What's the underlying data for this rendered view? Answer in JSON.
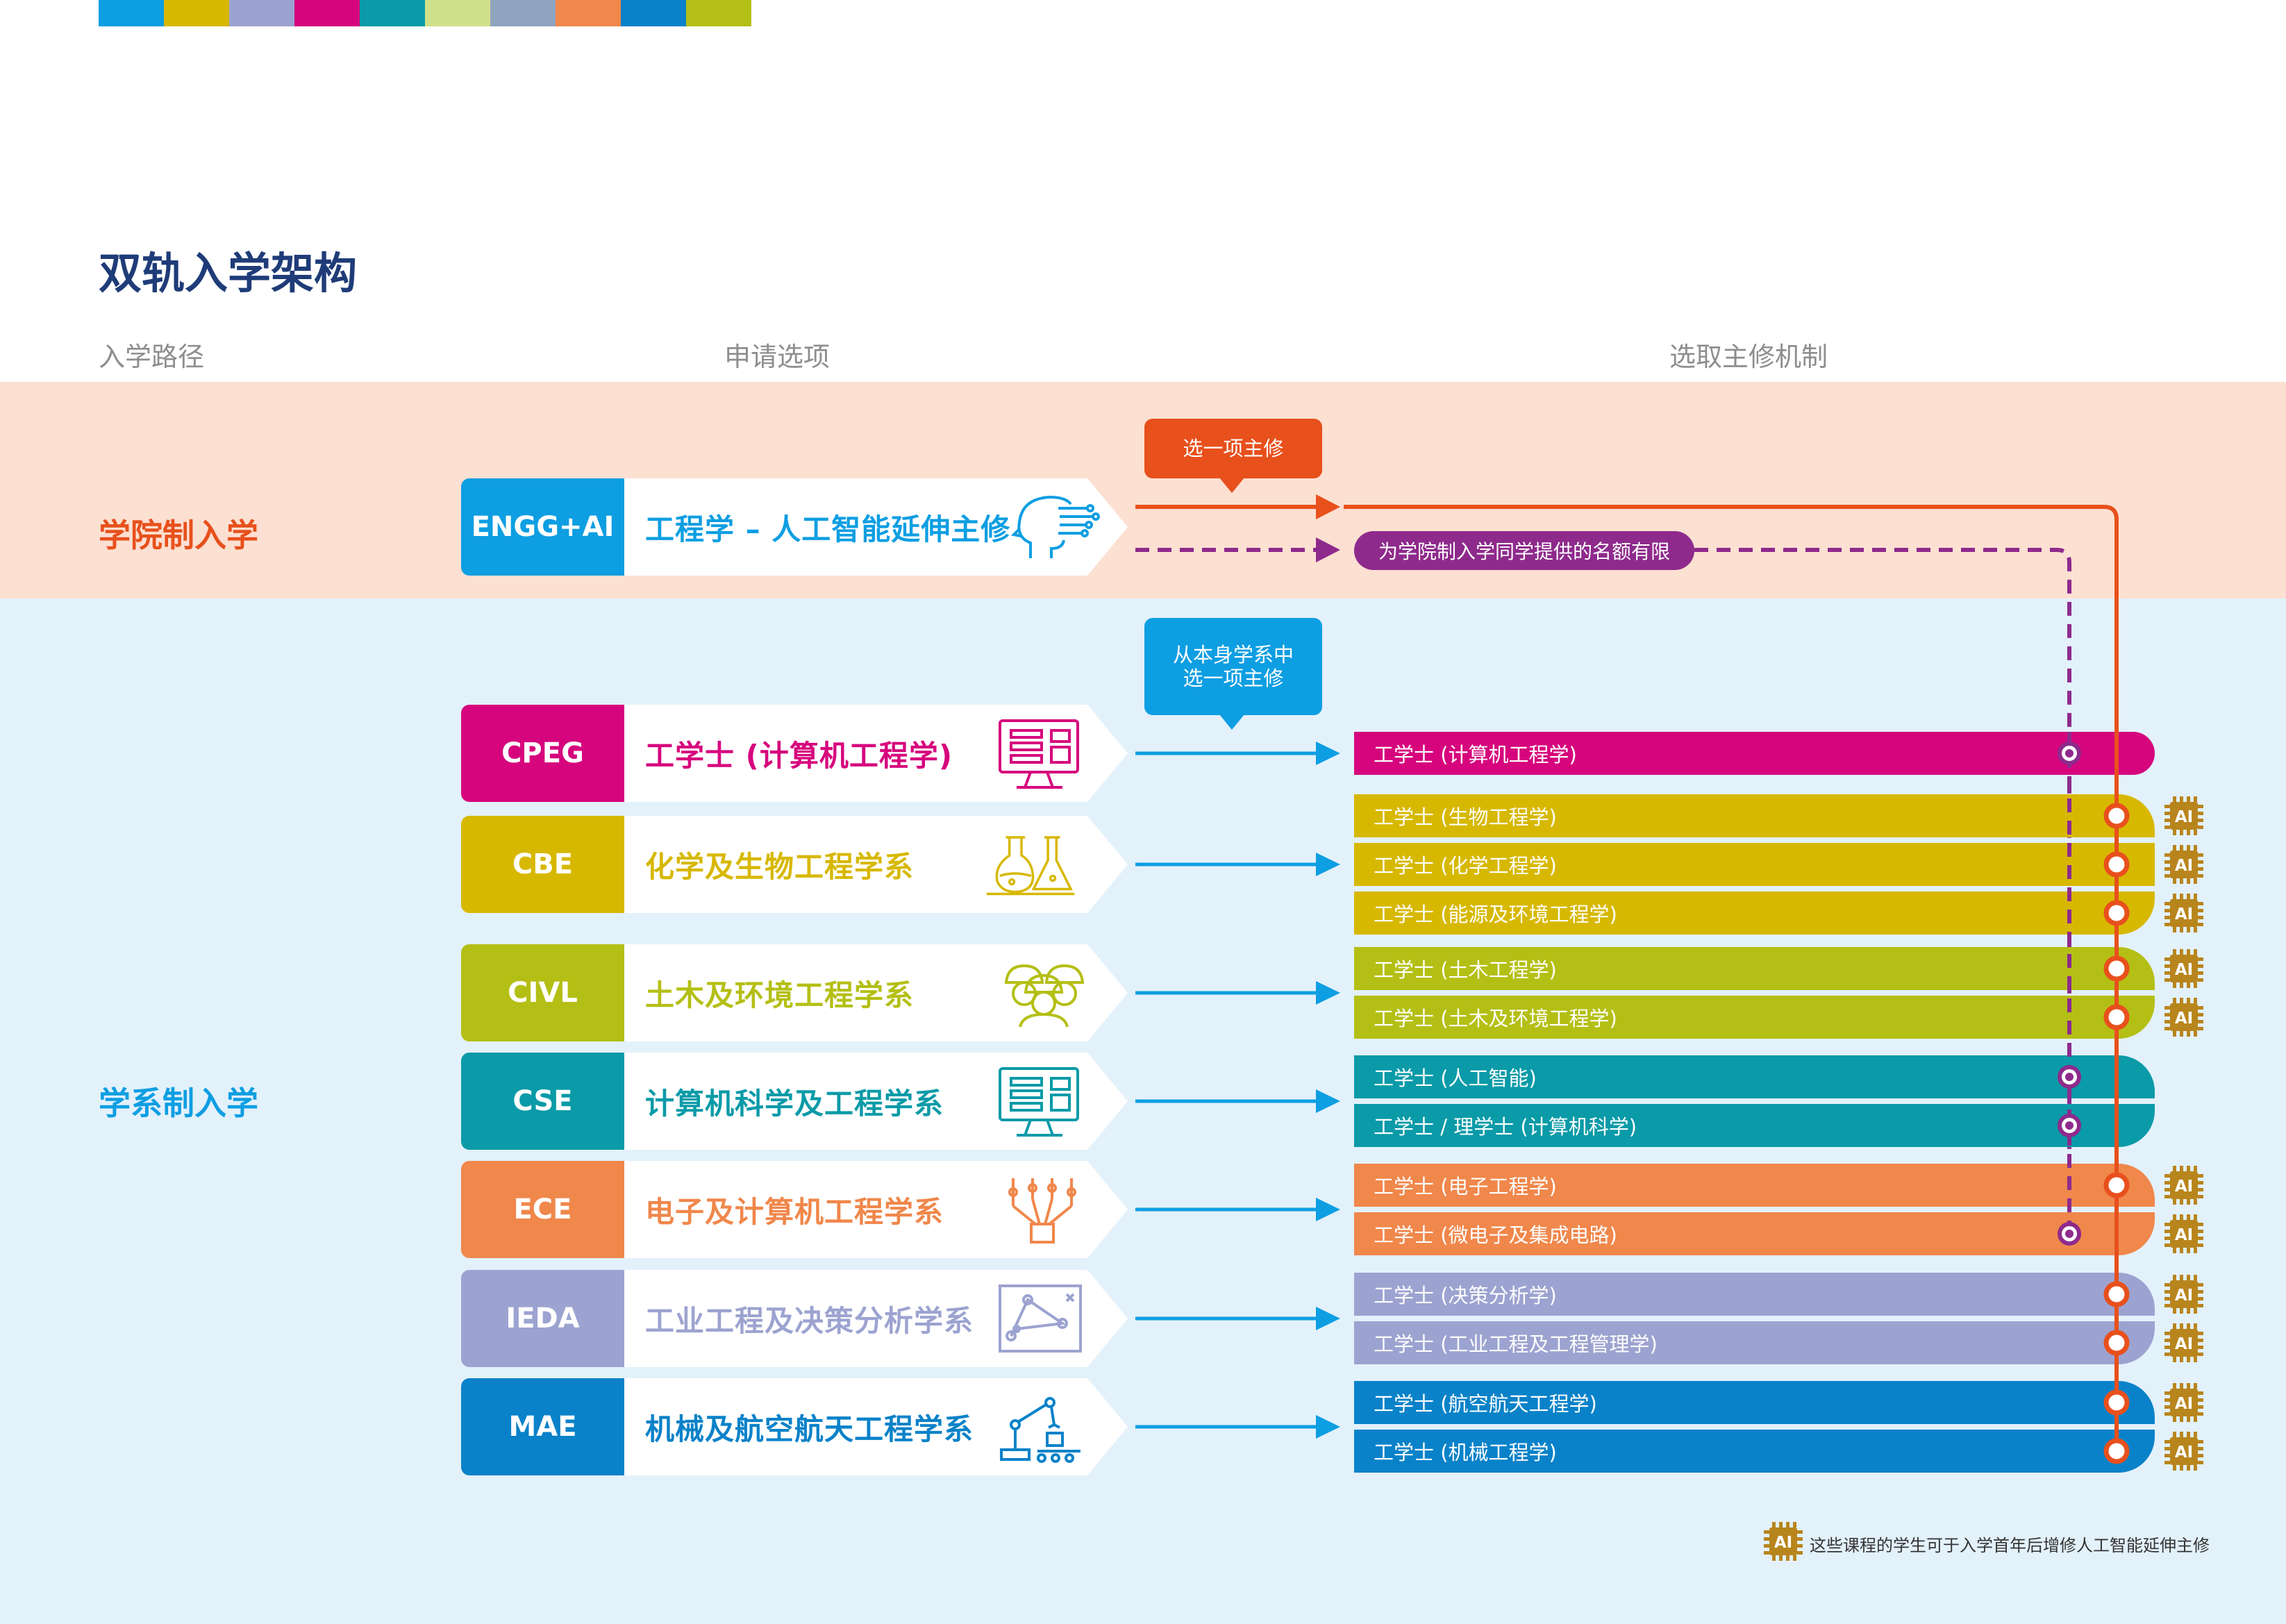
{
  "colors": {
    "swatches": [
      "#0e9ee2",
      "#d7b800",
      "#9ca3d0",
      "#d6057d",
      "#0a9aa8",
      "#d1e08a",
      "#8fa4bf",
      "#f0874b",
      "#0a82c9",
      "#b4bf15"
    ],
    "applicant_band": "#fce0d2",
    "department_band": "#e3f1fb",
    "title": "#1f3c78",
    "orange_route": "#e8501c",
    "purple_route": "#8e2a8c",
    "blue_arrow": "#0e9ee2",
    "ai_gold": "#b8851d"
  },
  "title": "双轨入学架构",
  "column_headers": {
    "path": "入学路径",
    "options": "申请选项",
    "major": "选取主修机制"
  },
  "tracks": {
    "school": "学院制入学",
    "department": "学系制入学"
  },
  "bubbles": {
    "choose_one": "选一项主修",
    "from_dept_line1": "从本身学系中",
    "from_dept_line2": "选一项主修"
  },
  "limited_quota_note": "为学院制入学同学提供的名额有限",
  "engg_ai": {
    "code": "ENGG+AI",
    "label": "工程学 – 人工智能延伸主修",
    "color": "#0e9ee2",
    "icon": "ai-head-icon"
  },
  "departments": [
    {
      "code": "CPEG",
      "label": "工学士 (计算机工程学)",
      "color": "#d6057d",
      "icon": "computer-engineering-icon"
    },
    {
      "code": "CBE",
      "label": "化学及生物工程学系",
      "color": "#d7b800",
      "icon": "lab-flask-icon"
    },
    {
      "code": "CIVL",
      "label": "土木及环境工程学系",
      "color": "#b4bf15",
      "icon": "hard-hat-workers-icon"
    },
    {
      "code": "CSE",
      "label": "计算机科学及工程学系",
      "color": "#0a9aa8",
      "icon": "computer-screen-icon"
    },
    {
      "code": "ECE",
      "label": "电子及计算机工程学系",
      "color": "#f0874b",
      "icon": "circuit-chip-icon"
    },
    {
      "code": "IEDA",
      "label": "工业工程及决策分析学系",
      "color": "#9ca3d0",
      "icon": "decision-graph-icon"
    },
    {
      "code": "MAE",
      "label": "机械及航空航天工程学系",
      "color": "#0a82c9",
      "icon": "robot-arm-icon"
    }
  ],
  "majors": [
    {
      "label": "工学士 (计算机工程学)",
      "color": "#d6057d",
      "ai": false
    },
    {
      "label": "工学士 (生物工程学)",
      "color": "#d7b800",
      "ai": true
    },
    {
      "label": "工学士 (化学工程学)",
      "color": "#d7b800",
      "ai": true
    },
    {
      "label": "工学士 (能源及环境工程学)",
      "color": "#d7b800",
      "ai": true
    },
    {
      "label": "工学士 (土木工程学)",
      "color": "#b4bf15",
      "ai": true
    },
    {
      "label": "工学士 (土木及环境工程学)",
      "color": "#b4bf15",
      "ai": true
    },
    {
      "label": "工学士 (人工智能)",
      "color": "#0a9aa8",
      "ai": false
    },
    {
      "label": "工学士 / 理学士 (计算机科学)",
      "color": "#0a9aa8",
      "ai": false
    },
    {
      "label": "工学士 (电子工程学)",
      "color": "#f0874b",
      "ai": true
    },
    {
      "label": "工学士 (微电子及集成电路)",
      "color": "#f0874b",
      "ai": true
    },
    {
      "label": "工学士 (决策分析学)",
      "color": "#9ca3d0",
      "ai": true
    },
    {
      "label": "工学士 (工业工程及工程管理学)",
      "color": "#9ca3d0",
      "ai": true
    },
    {
      "label": "工学士 (航空航天工程学)",
      "color": "#0a82c9",
      "ai": true
    },
    {
      "label": "工学士 (机械工程学)",
      "color": "#0a82c9",
      "ai": true
    }
  ],
  "ai_badge_text": "AI",
  "legend": "这些课程的学生可于入学首年后增修人工智能延伸主修"
}
